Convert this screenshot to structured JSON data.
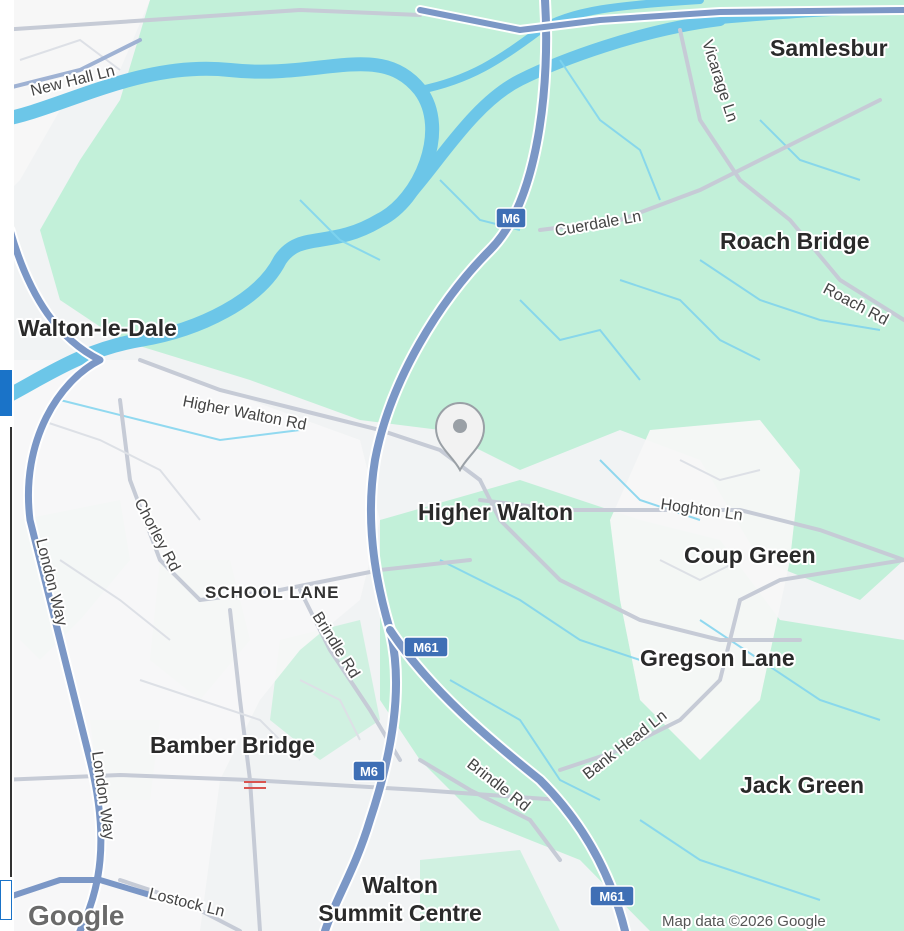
{
  "map": {
    "places": {
      "samlesbury": "Samlesbur",
      "roach_bridge": "Roach Bridge",
      "walton_le_dale": "Walton-le-Dale",
      "higher_walton": "Higher Walton",
      "coup_green": "Coup Green",
      "gregson_lane": "Gregson Lane",
      "bamber_bridge": "Bamber Bridge",
      "jack_green": "Jack Green",
      "walton_summit_1": "Walton",
      "walton_summit_2": "Summit Centre",
      "school_lane": "SCHOOL LANE"
    },
    "roads": {
      "new_hall_ln": "New Hall Ln",
      "vicarage_ln": "Vicarage Ln",
      "cuerdale_ln": "Cuerdale Ln",
      "roach_rd": "Roach Rd",
      "higher_walton_rd": "Higher Walton Rd",
      "hoghton_ln": "Hoghton Ln",
      "chorley_rd": "Chorley Rd",
      "brindle_rd_1": "Brindle Rd",
      "brindle_rd_2": "Brindle Rd",
      "london_way_1": "London Way",
      "london_way_2": "London Way",
      "bank_head_ln": "Bank Head Ln",
      "lostock_ln": "Lostock Ln"
    },
    "shields": {
      "m6_north": "M6",
      "m61_mid": "M61",
      "m6_south": "M6",
      "m61_south": "M61"
    },
    "copyright": "Map data ©2026 Google",
    "logo": "Google",
    "colors": {
      "land": "#f1f3f4",
      "green": "#c2f0d9",
      "water": "#6cc6e8",
      "motorway": "#7b97c6",
      "road": "#c6cbd6",
      "pin": "#9aa0a6"
    }
  }
}
